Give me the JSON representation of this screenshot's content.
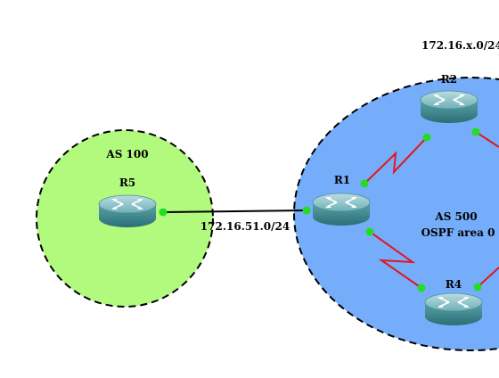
{
  "areas": {
    "left": {
      "label": "AS 100",
      "fill": "#b2fa7e"
    },
    "right": {
      "label": "AS 500",
      "sublabel": "OSPF area 0",
      "fill": "#76adfa"
    }
  },
  "routers": {
    "r5": "R5",
    "r1": "R1",
    "r2": "R2",
    "r4": "R4"
  },
  "networks": {
    "r5_r1": "172.16.51.0/24",
    "area": "172.16.x.0/24"
  },
  "colors": {
    "serial_link": "#e0181f",
    "ethernet_link": "#000000",
    "port_up": "#22dd22",
    "router_top": "#7fb8bf",
    "router_body": "#3f8f96"
  }
}
